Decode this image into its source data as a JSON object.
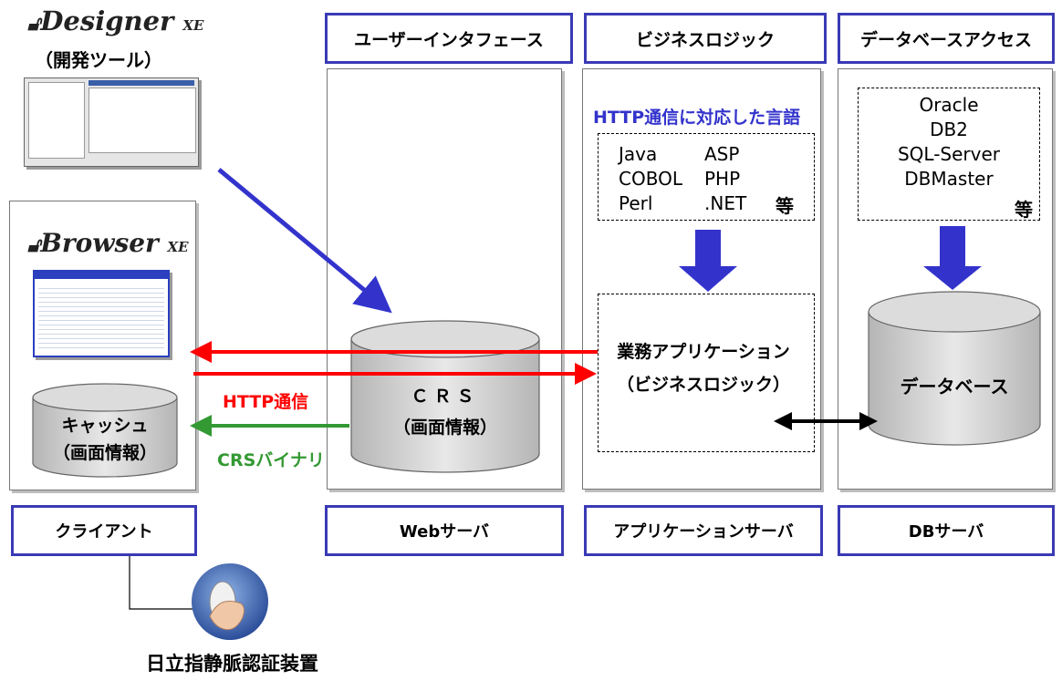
{
  "headers": {
    "ui": "ユーザーインタフェース",
    "business": "ビジネスロジック",
    "database": "データベースアクセス"
  },
  "designer": {
    "logo": "Designer",
    "logo_suffix": "XE",
    "subtitle": "（開発ツール）"
  },
  "browser": {
    "logo": "Browser",
    "logo_suffix": "XE",
    "cache_line1": "キャッシュ",
    "cache_line2": "（画面情報）"
  },
  "web": {
    "crs_line1": "ＣＲＳ",
    "crs_line2": "（画面情報）"
  },
  "app": {
    "lang_title": "HTTP通信に対応した言語",
    "languages": [
      "Java",
      "ASP",
      "COBOL",
      "PHP",
      "Perl",
      ".NET"
    ],
    "languages_etc": "等",
    "business_line1": "業務アプリケーション",
    "business_line2": "（ビジネスロジック）"
  },
  "db": {
    "products": [
      "Oracle",
      "DB2",
      "SQL-Server",
      "DBMaster"
    ],
    "products_etc": "等",
    "cylinder_label": "データベース"
  },
  "arrows": {
    "http": "HTTP通信",
    "crs_binary": "CRSバイナリ"
  },
  "servers": {
    "client": "クライアント",
    "web": "Webサーバ",
    "app": "アプリケーションサーバ",
    "db": "DBサーバ"
  },
  "device_label": "日立指静脈認証装置",
  "colors": {
    "header_border": "#3a3ab5",
    "blue_arrow": "#3333cc",
    "red_arrow": "#ff0000",
    "green_arrow": "#339933",
    "lang_title": "#3333cc"
  }
}
